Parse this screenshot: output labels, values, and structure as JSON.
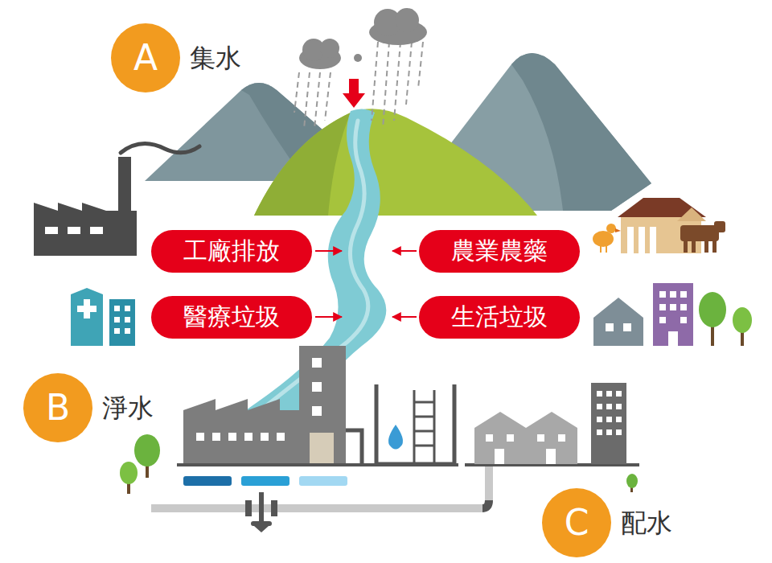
{
  "diagram": {
    "nodes": [
      {
        "text": [
          "A",
          "集水"
        ]
      },
      {
        "text": [
          "工廠排放"
        ]
      },
      {
        "text": [
          "農業農藥"
        ]
      },
      {
        "text": [
          "醫療垃圾"
        ]
      },
      {
        "text": [
          "生活垃圾"
        ]
      },
      {
        "text": [
          "B",
          "淨水"
        ]
      },
      {
        "text": [
          "C",
          "配水"
        ]
      }
    ]
  }
}
